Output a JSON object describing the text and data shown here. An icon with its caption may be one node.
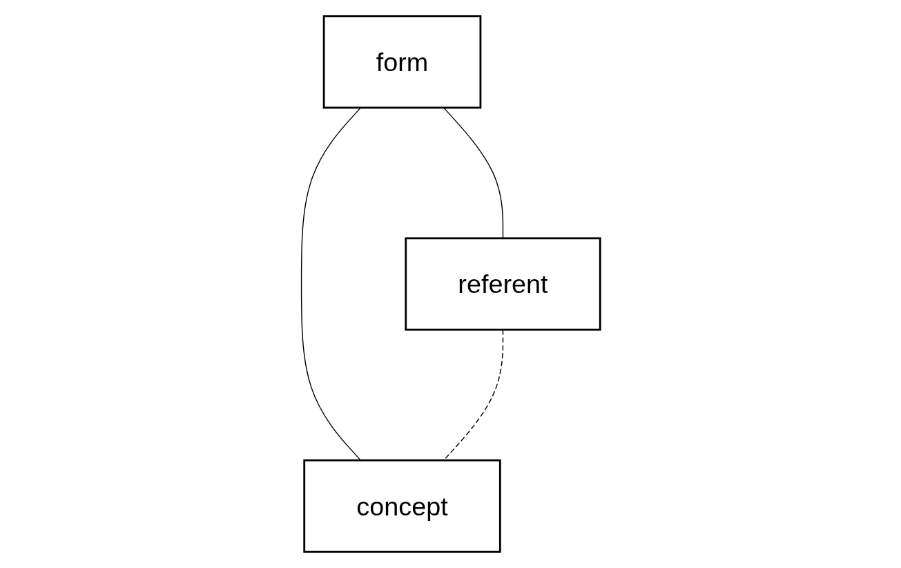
{
  "diagram": {
    "nodes": [
      {
        "text": [
          "form"
        ]
      },
      {
        "text": [
          "referent"
        ]
      },
      {
        "text": [
          "concept"
        ]
      }
    ],
    "edges": [
      {
        "from": 0,
        "to": 1,
        "arrow": "none"
      },
      {
        "from": 0,
        "to": 2,
        "arrow": "none"
      },
      {
        "from": 1,
        "to": 2,
        "arrow": "none",
        "style": "dashed"
      }
    ]
  }
}
